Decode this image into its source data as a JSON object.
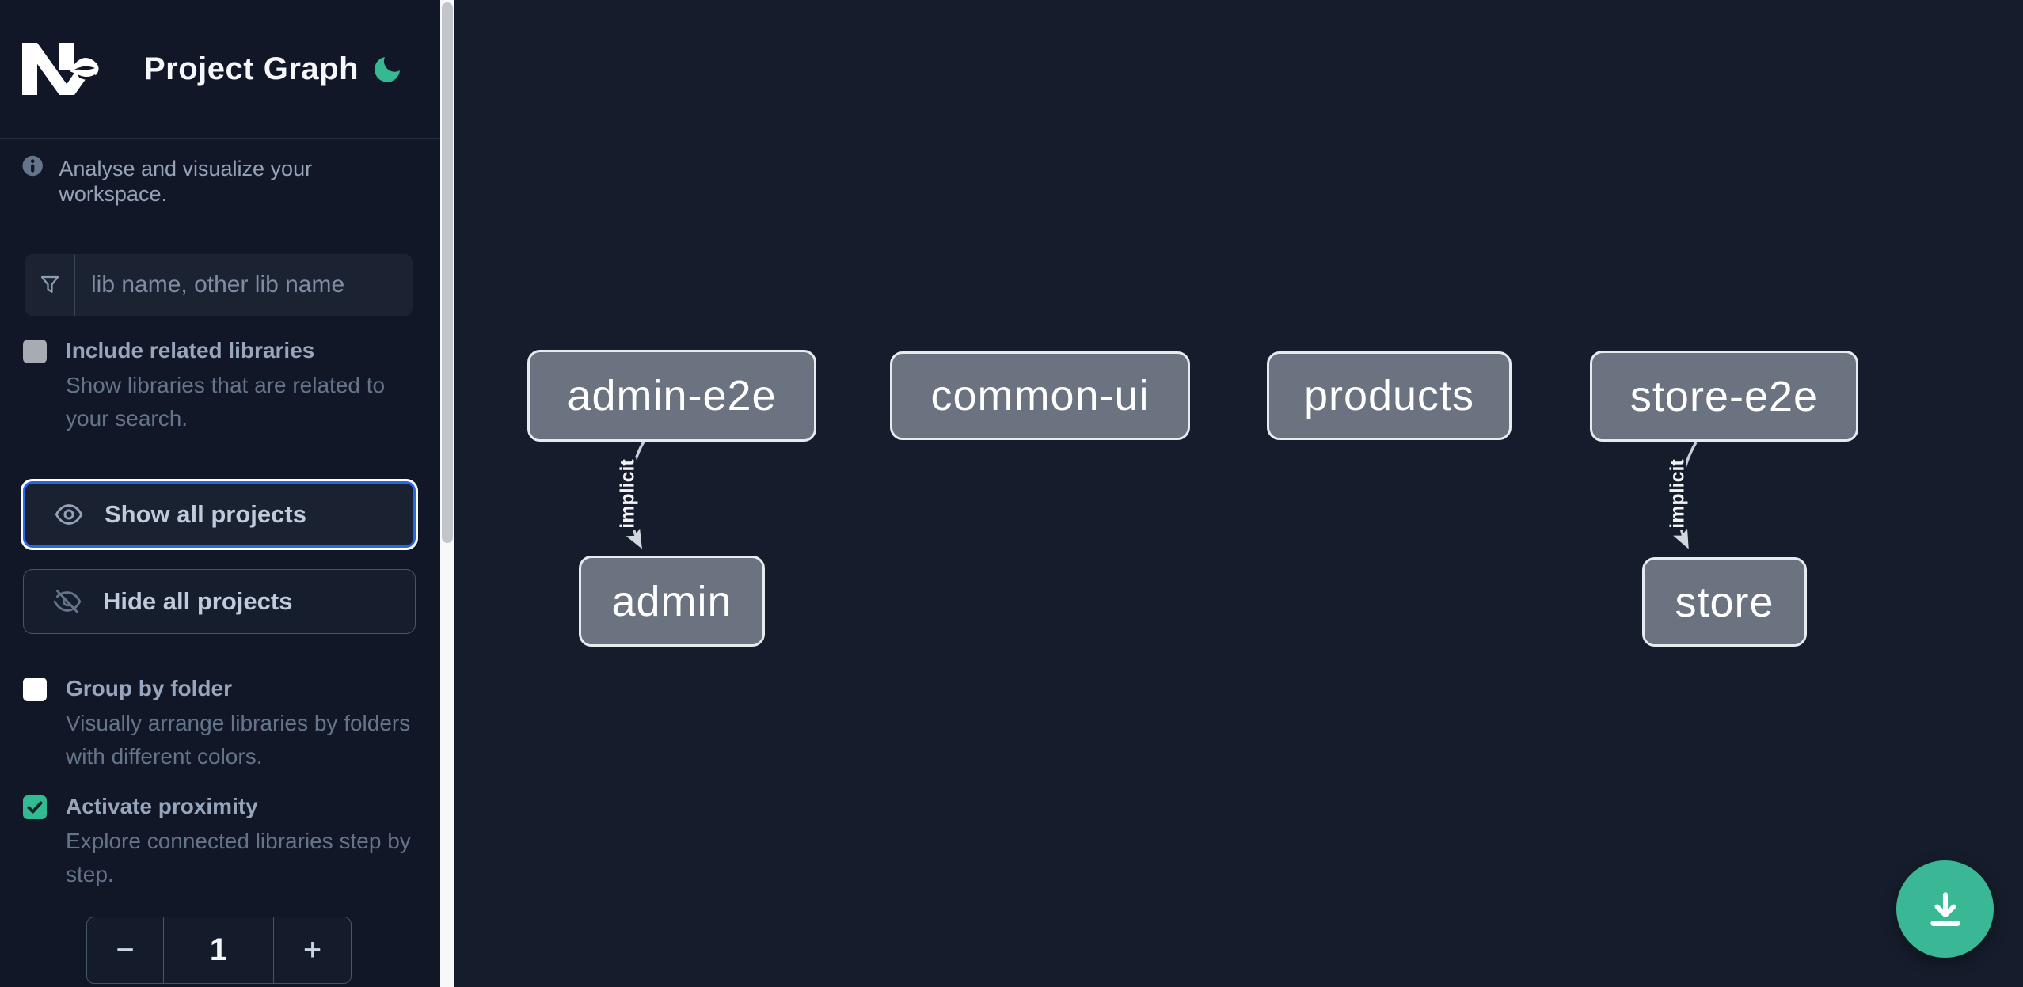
{
  "header": {
    "title": "Project Graph",
    "logo": "Nx",
    "theme_toggle_icon": "moon-icon"
  },
  "sidebar": {
    "info_text": "Analyse and visualize your workspace.",
    "search_placeholder": "lib name, other lib name",
    "buttons": {
      "show_all": "Show all projects",
      "hide_all": "Hide all projects"
    },
    "options": {
      "include_related": {
        "title": "Include related libraries",
        "description": "Show libraries that are related to your search.",
        "checked": false
      },
      "group_by_folder": {
        "title": "Group by folder",
        "description": "Visually arrange libraries by folders with different colors.",
        "checked": false
      },
      "activate_proximity": {
        "title": "Activate proximity",
        "description": "Explore connected libraries step by step.",
        "checked": true
      }
    },
    "stepper": {
      "decrement": "−",
      "value": "1",
      "increment": "+"
    }
  },
  "graph": {
    "nodes": [
      {
        "label": "admin-e2e"
      },
      {
        "label": "common-ui"
      },
      {
        "label": "products"
      },
      {
        "label": "store-e2e"
      },
      {
        "label": "admin"
      },
      {
        "label": "store"
      }
    ],
    "edges": [
      {
        "source": "admin-e2e",
        "target": "admin",
        "label": "implicit"
      },
      {
        "source": "store-e2e",
        "target": "store",
        "label": "implicit"
      }
    ]
  },
  "fab": {
    "icon": "download-icon"
  },
  "colors": {
    "sidebar_bg": "#111726",
    "canvas_bg": "#151c2b",
    "accent_blue": "#2767ea",
    "emerald": "#34b991",
    "node_fill": "#6b7280",
    "node_border": "#e7eaef",
    "muted_text": "#64748b",
    "label_text": "#94a3b8"
  }
}
